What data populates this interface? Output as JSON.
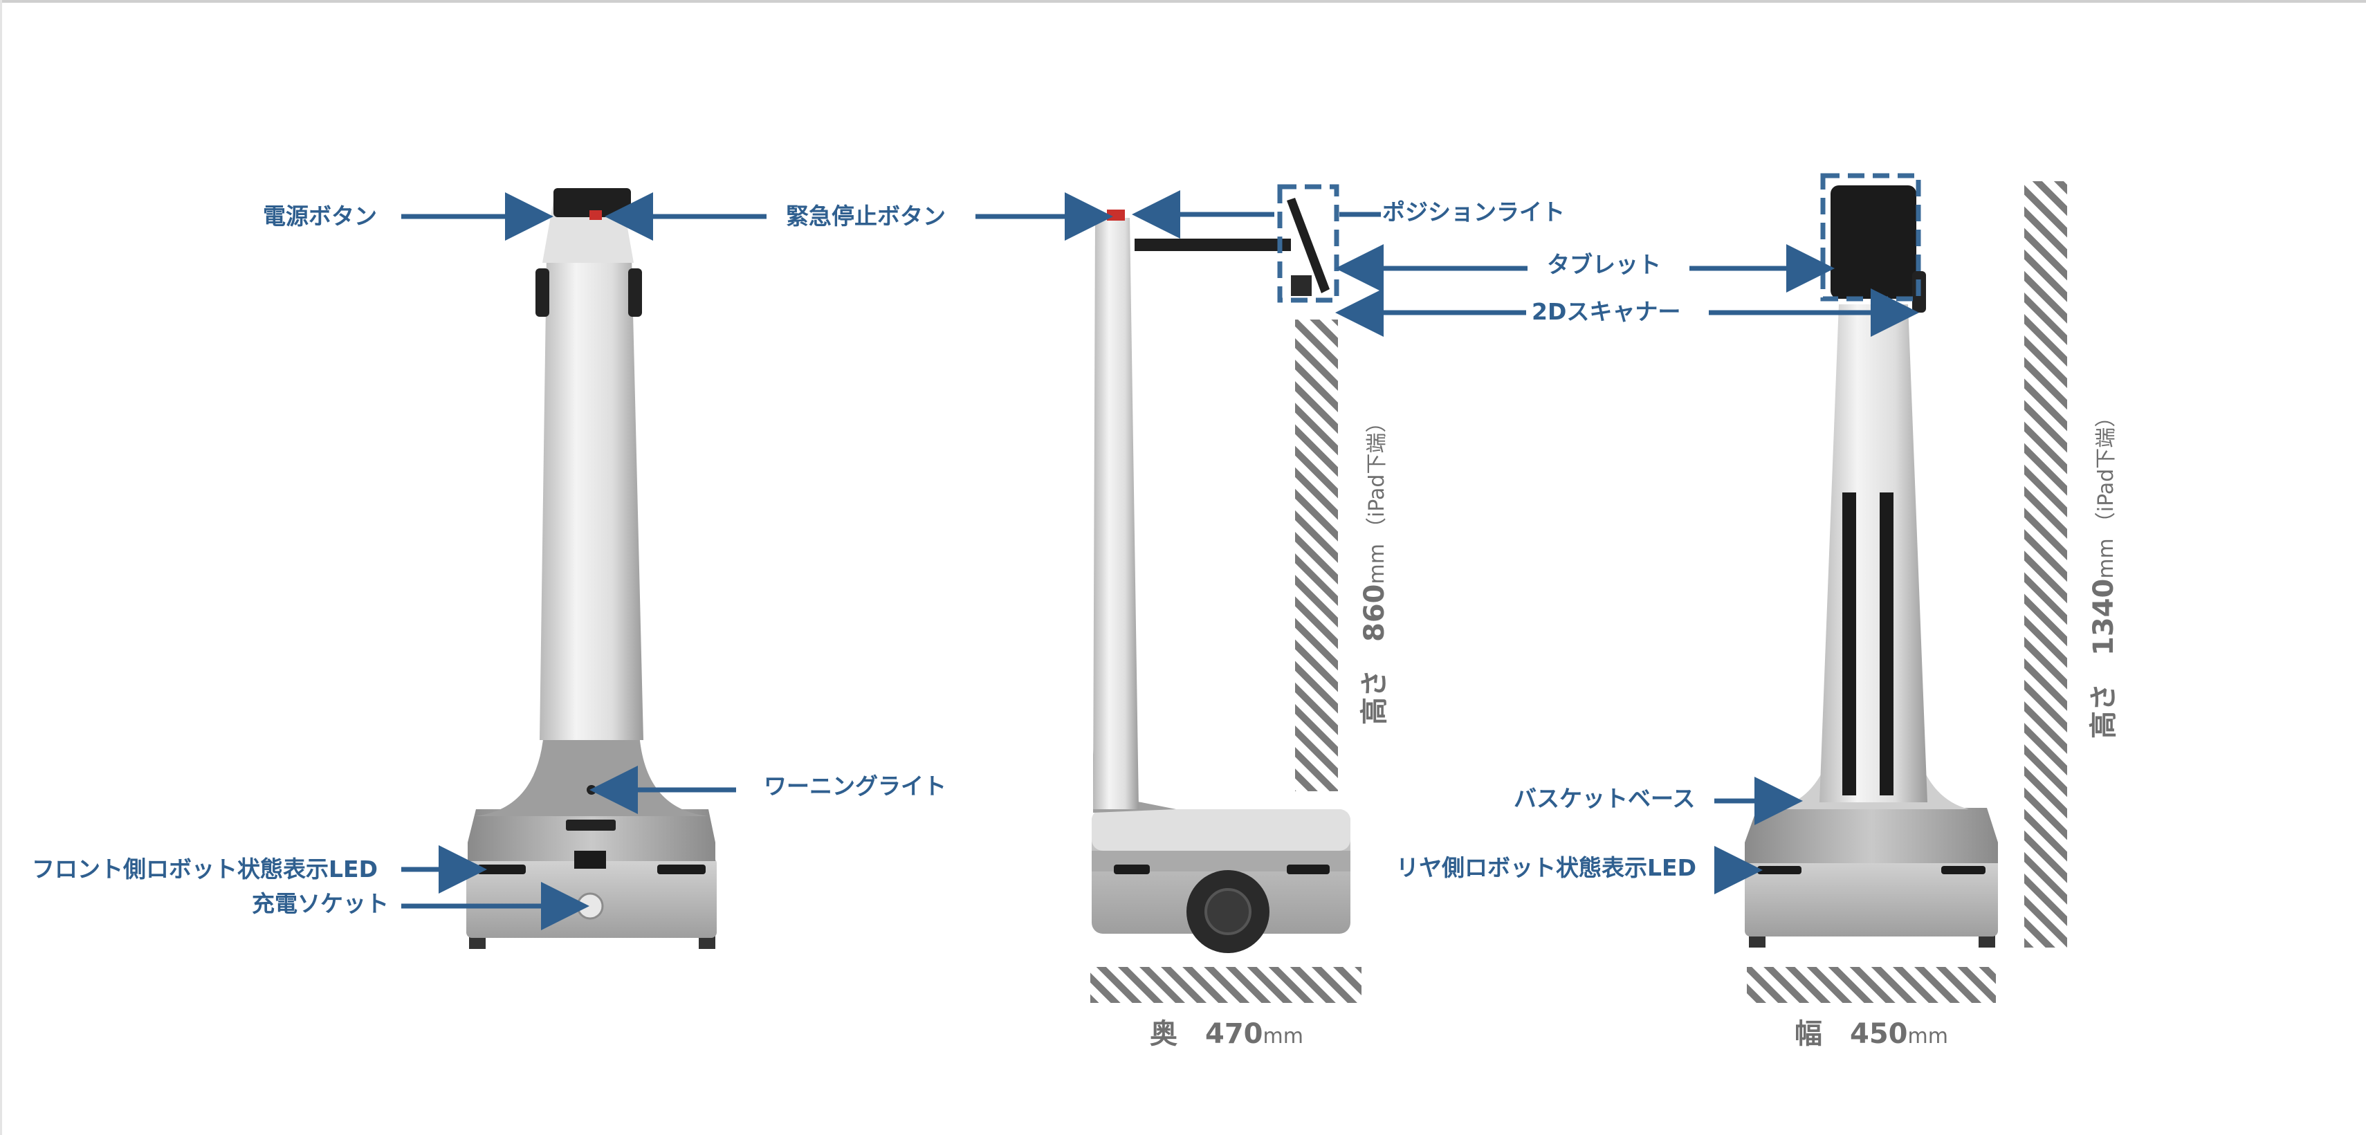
{
  "labels": {
    "power_button": "電源ボタン",
    "emergency_stop": "緊急停止ボタン",
    "position_light": "ポジションライト",
    "tablet": "タブレット",
    "scanner_2d": "2Dスキャナー",
    "warning_light": "ワーニングライト",
    "front_led": "フロント側ロボット状態表示LED",
    "charge_socket": "充電ソケット",
    "basket_base": "バスケットベース",
    "rear_led": "リヤ側ロボット状態表示LED"
  },
  "dimensions": {
    "depth": {
      "label": "奥",
      "value": "470",
      "unit": "mm"
    },
    "width": {
      "label": "幅",
      "value": "450",
      "unit": "mm"
    },
    "height_ipad": {
      "label": "高さ",
      "value": "860",
      "unit": "mm",
      "note": "（iPad下端）"
    },
    "height_total": {
      "label": "高さ",
      "value": "1340",
      "unit": "mm",
      "note": "（iPad下端）"
    }
  },
  "colors": {
    "accent": "#2f5f8f",
    "dashed_box": "#3a6a98",
    "hatch": "#7a7a7a",
    "dimension_text": "#6f6f6f"
  }
}
